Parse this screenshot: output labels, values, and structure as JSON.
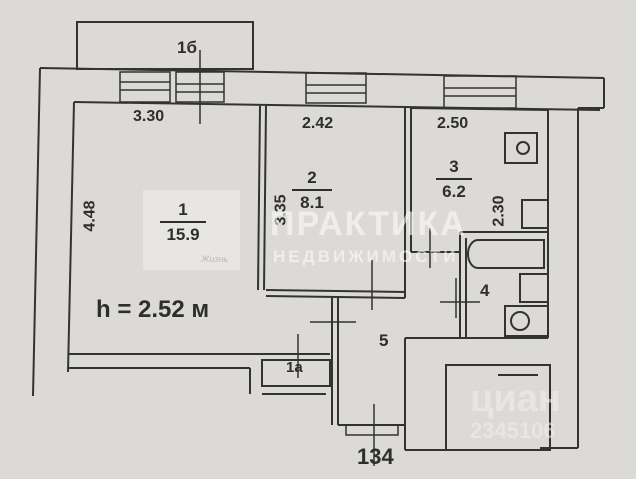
{
  "plan": {
    "ceiling_height": "h = 2.52 м",
    "corridor_label": "134",
    "rooms": [
      {
        "id": "1",
        "area": "15.9",
        "width": "3.30",
        "length": "4.48"
      },
      {
        "id": "2",
        "area": "8.1",
        "width": "2.42",
        "length": "3.35"
      },
      {
        "id": "3",
        "area": "6.2",
        "width": "2.50",
        "length": "2.30"
      },
      {
        "id": "4"
      },
      {
        "id": "5"
      },
      {
        "id": "1а"
      },
      {
        "id": "1б"
      }
    ]
  },
  "watermarks": {
    "agency_main": "ПРАКТИКА",
    "agency_sub": "НЕДВИЖИМОСТИ",
    "logo_caption": "Жизнь",
    "cian": "циан",
    "cian_id": "2345106"
  },
  "colors": {
    "paper": "#dcdad6",
    "ink": "#2e2e2e"
  }
}
